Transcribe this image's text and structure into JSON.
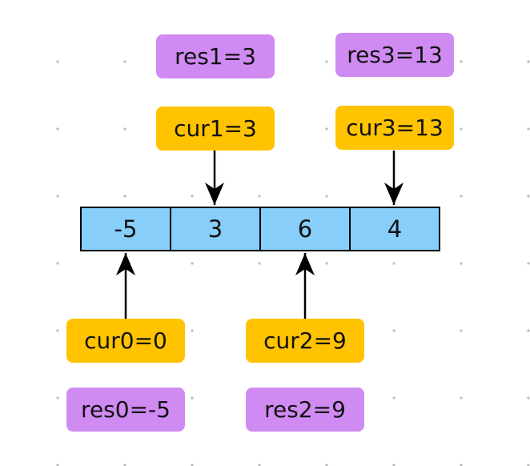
{
  "array": {
    "cells": [
      "-5",
      "3",
      "6",
      "4"
    ]
  },
  "cur_labels": [
    "cur0=0",
    "cur1=3",
    "cur2=9",
    "cur3=13"
  ],
  "res_labels": [
    "res0=-5",
    "res1=3",
    "res2=9",
    "res3=13"
  ],
  "colors": {
    "cell_fill": "#87cefa",
    "cur_fill": "#ffc300",
    "res_fill": "#d08bf2",
    "grid_dot": "#bbbbbb"
  }
}
